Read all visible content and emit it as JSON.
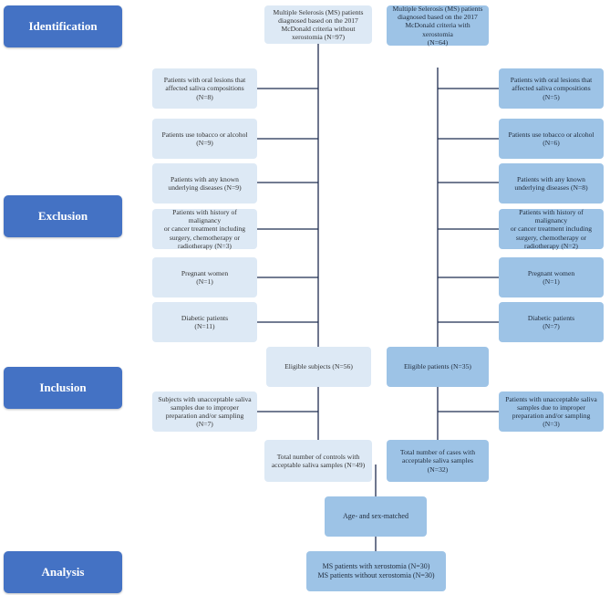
{
  "stages": {
    "identification": "Identification",
    "exclusion": "Exclusion",
    "inclusion": "Inclusion",
    "analysis": "Analysis"
  },
  "controls": {
    "identified": "Multiple Selerosis (MS) patients\ndiagnosed based on the 2017\nMcDonald criteria without\nxerostomia (N=97)",
    "exclusions": [
      "Patients with oral lesions that\naffected saliva compositions\n(N=8)",
      "Patients use tobacco or alcohol\n(N=9)",
      "Patients with any known\nunderlying diseases (N=9)",
      "Patients with history of malignancy\nor cancer treatment including\nsurgery, chemotherapy or\nradiotherapy (N=3)",
      "Pregnant women\n(N=1)",
      "Diabetic patients\n(N=11)"
    ],
    "eligible": "Eligible subjects (N=56)",
    "inclusion_exclusion": "Subjects with unacceptable saliva\nsamples due to improper\npreparation and/or sampling (N=7)",
    "total": "Total number of controls with\nacceptable saliva samples (N=49)"
  },
  "cases": {
    "identified": "Multiple Selerosis (MS) patients\ndiagnosed based on the 2017\nMcDonald criteria with xerostomia\n(N=64)",
    "exclusions": [
      "Patients with oral lesions that\naffected saliva compositions\n(N=5)",
      "Patients use tobacco or alcohol\n(N=6)",
      "Patients with any known\nunderlying diseases (N=8)",
      "Patients with history of malignancy\nor cancer treatment including\nsurgery, chemotherapy or\nradiotherapy (N=2)",
      "Pregnant women\n(N=1)",
      "Diabetic patients\n(N=7)"
    ],
    "eligible": "Eligible patients (N=35)",
    "inclusion_exclusion": "Patients with unacceptable saliva\nsamples due to improper\npreparation and/or sampling (N=3)",
    "total": "Total number of cases with\nacceptable saliva samples (N=32)"
  },
  "matched": "Age- and sex-matched",
  "analysis": "MS patients with xerostomia (N=30)\nMS patients without xerostomia (N=30)",
  "colors": {
    "stage": "#4472c4",
    "box_light": "#dde9f5",
    "box_blue": "#9dc3e6",
    "line": "#1f2d50"
  }
}
